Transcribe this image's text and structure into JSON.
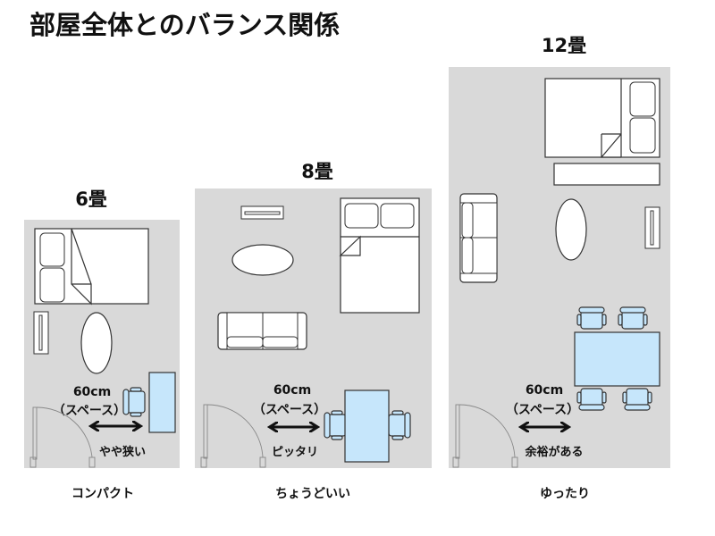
{
  "title": "部屋全体とのバランス関係",
  "rooms": [
    {
      "size": "6畳",
      "space": "60cm",
      "space_note": "（スペース）",
      "verdict": "やや狭い",
      "caption": "コンパクト"
    },
    {
      "size": "8畳",
      "space": "60cm",
      "space_note": "（スペース）",
      "verdict": "ピッタリ",
      "caption": "ちょうどいい"
    },
    {
      "size": "12畳",
      "space": "60cm",
      "space_note": "（スペース）",
      "verdict": "余裕がある",
      "caption": "ゆったり"
    }
  ],
  "colors": {
    "room": "#d9d9d9",
    "table": "#c6e6fb"
  }
}
